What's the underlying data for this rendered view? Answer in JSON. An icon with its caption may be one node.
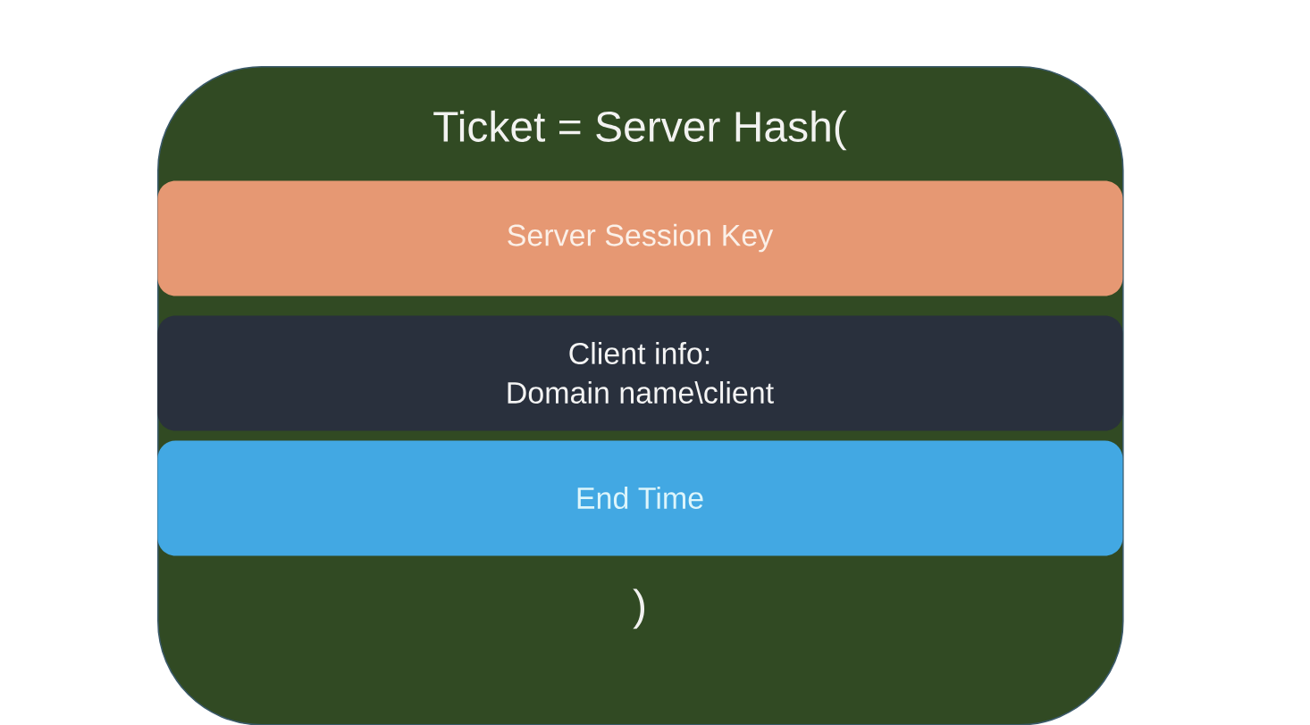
{
  "diagram": {
    "nodes": [
      {
        "text": [
          "Ticket = Server Hash(",
          ")"
        ]
      },
      {
        "text": [
          "Server Session Key"
        ],
        "in": 0
      },
      {
        "text": [
          "Client info:",
          "Domain name\\client"
        ],
        "in": 0
      },
      {
        "text": [
          "End Time"
        ],
        "in": 0
      }
    ]
  }
}
